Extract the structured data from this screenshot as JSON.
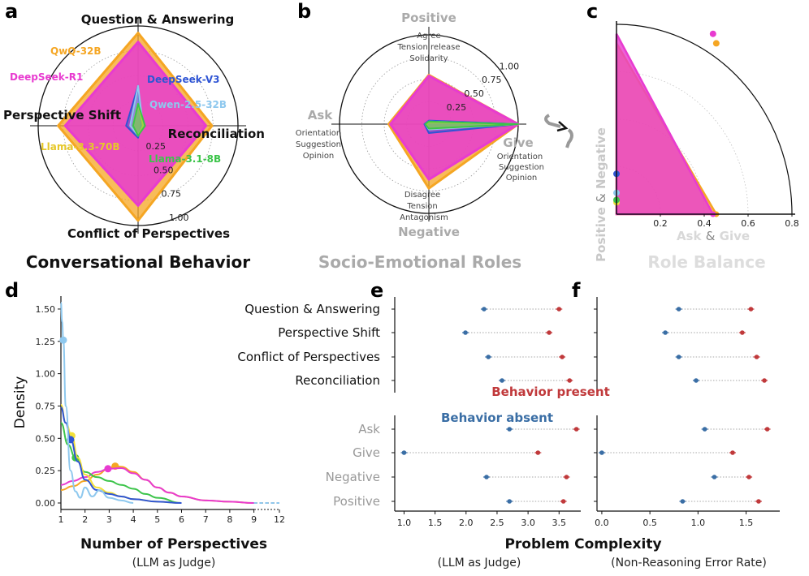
{
  "colors": {
    "qwq": "#F5A623",
    "r1": "#E83BD0",
    "v3": "#2F55D4",
    "qwen": "#8EC8EE",
    "llama70": "#F2E03A",
    "llama8": "#3CC44A",
    "present": "#C0393B",
    "absent": "#3A6EA5",
    "dark": "#111111",
    "grey": "#BBBBBB"
  },
  "panels": {
    "a": {
      "letter": "a",
      "title": "Conversational Behavior",
      "axes": [
        "Question & Answering",
        "Reconciliation",
        "Conflict of Perspectives",
        "Perspective Shift"
      ],
      "ticks": [
        "0.25",
        "0.50",
        "0.75",
        "1.00"
      ],
      "series_labels": [
        "QwQ-32B",
        "DeepSeek-R1",
        "DeepSeek-V3",
        "Qwen-2.5-32B",
        "Llama-3.3-70B",
        "Llama-3.1-8B"
      ]
    },
    "b": {
      "letter": "b",
      "title": "Socio-Emotional Roles",
      "axes": [
        "Positive",
        "Give",
        "Negative",
        "Ask"
      ],
      "sublabels": {
        "positive": [
          "Agree",
          "Tension release",
          "Solidarity"
        ],
        "give": [
          "Orientation",
          "Suggestion",
          "Opinion"
        ],
        "negative": [
          "Disagree",
          "Tension",
          "Antagonism"
        ],
        "ask": [
          "Orientation",
          "Suggestion",
          "Opinion"
        ]
      },
      "ticks": [
        "0.25",
        "0.50",
        "0.75",
        "1.00"
      ]
    },
    "c": {
      "letter": "c",
      "title": "Role Balance",
      "xlabel_parts": [
        "Ask",
        "&",
        "Give"
      ],
      "ylabel_parts": [
        "Positive",
        "&",
        "Negative"
      ],
      "ticks": [
        "0.2",
        "0.4",
        "0.6",
        "0.8"
      ]
    },
    "d": {
      "letter": "d",
      "xlabel": "Number of Perspectives",
      "xsub": "(LLM as Judge)",
      "ylabel": "Density",
      "xticks": [
        "1",
        "2",
        "3",
        "4",
        "5",
        "6",
        "7",
        "8",
        "9",
        "12"
      ],
      "yticks": [
        "0.00",
        "0.25",
        "0.50",
        "0.75",
        "1.00",
        "1.25",
        "1.50"
      ]
    },
    "e": {
      "letter": "e",
      "xticks": [
        "1.0",
        "1.5",
        "2.0",
        "2.5",
        "3.0",
        "3.5"
      ],
      "xsub": "(LLM as Judge)"
    },
    "f": {
      "letter": "f",
      "xticks": [
        "0.0",
        "0.5",
        "1.0",
        "1.5"
      ],
      "xsub": "(Non-Reasoning Error Rate)"
    },
    "ef": {
      "xlabel": "Problem Complexity",
      "present_label": "Behavior present",
      "absent_label": "Behavior absent"
    }
  },
  "chart_data": [
    {
      "panel": "a",
      "type": "radar",
      "axes": [
        "Question & Answering",
        "Reconciliation",
        "Conflict of Perspectives",
        "Perspective Shift"
      ],
      "rlim": [
        0,
        1.0
      ],
      "series": [
        {
          "name": "QwQ-32B",
          "values": [
            0.93,
            0.74,
            0.95,
            0.8
          ]
        },
        {
          "name": "DeepSeek-R1",
          "values": [
            0.84,
            0.68,
            0.8,
            0.73
          ]
        },
        {
          "name": "DeepSeek-V3",
          "values": [
            0.4,
            0.03,
            0.12,
            0.12
          ]
        },
        {
          "name": "Qwen-2.5-32B",
          "values": [
            0.4,
            0.05,
            0.1,
            0.08
          ]
        },
        {
          "name": "Llama-3.3-70B",
          "values": [
            0.22,
            0.05,
            0.1,
            0.05
          ]
        },
        {
          "name": "Llama-3.1-8B",
          "values": [
            0.22,
            0.07,
            0.1,
            0.05
          ]
        }
      ]
    },
    {
      "panel": "b",
      "type": "radar",
      "axes": [
        "Positive",
        "Give",
        "Negative",
        "Ask"
      ],
      "rlim": [
        0,
        1.0
      ],
      "series": [
        {
          "name": "QwQ-32B",
          "values": [
            0.55,
            1.0,
            0.72,
            0.45
          ]
        },
        {
          "name": "DeepSeek-R1",
          "values": [
            0.54,
            1.0,
            0.62,
            0.43
          ]
        },
        {
          "name": "DeepSeek-V3",
          "values": [
            0.04,
            1.0,
            0.1,
            0.05
          ]
        },
        {
          "name": "Qwen-2.5-32B",
          "values": [
            0.03,
            1.0,
            0.06,
            0.04
          ]
        },
        {
          "name": "Llama-3.3-70B",
          "values": [
            0.02,
            1.0,
            0.05,
            0.03
          ]
        },
        {
          "name": "Llama-3.1-8B",
          "values": [
            0.03,
            1.0,
            0.05,
            0.04
          ]
        }
      ]
    },
    {
      "panel": "c",
      "type": "scatter",
      "xlabel": "Ask & Give",
      "ylabel": "Positive & Negative",
      "xlim": [
        0,
        0.8
      ],
      "ylim": [
        0,
        0.8
      ],
      "series": [
        {
          "name": "QwQ-32B",
          "x": 0.455,
          "y": 0.72
        },
        {
          "name": "DeepSeek-R1",
          "x": 0.44,
          "y": 0.76
        },
        {
          "name": "DeepSeek-V3",
          "x": 0.0,
          "y": 0.17
        },
        {
          "name": "Qwen-2.5-32B",
          "x": 0.0,
          "y": 0.09
        },
        {
          "name": "Llama-3.3-70B",
          "x": 0.0,
          "y": 0.05
        },
        {
          "name": "Llama-3.1-8B",
          "x": 0.0,
          "y": 0.06
        }
      ]
    },
    {
      "panel": "d",
      "type": "line",
      "xlabel": "Number of Perspectives",
      "ylabel": "Density",
      "ylim": [
        0,
        1.6
      ],
      "series": [
        {
          "name": "QwQ-32B",
          "x": [
            1,
            1.5,
            2,
            2.5,
            3,
            3.25,
            3.5,
            4,
            4.5,
            5,
            5.5,
            6,
            7,
            8,
            9
          ],
          "y": [
            0.1,
            0.13,
            0.17,
            0.22,
            0.27,
            0.285,
            0.28,
            0.24,
            0.18,
            0.12,
            0.08,
            0.05,
            0.02,
            0.01,
            0.0
          ],
          "peak": [
            3.25,
            0.285
          ]
        },
        {
          "name": "DeepSeek-R1",
          "x": [
            1,
            1.5,
            2,
            2.5,
            3,
            3.5,
            4,
            4.5,
            5,
            5.5,
            6,
            7,
            8,
            9
          ],
          "y": [
            0.14,
            0.17,
            0.2,
            0.24,
            0.265,
            0.27,
            0.23,
            0.18,
            0.12,
            0.08,
            0.05,
            0.02,
            0.01,
            0.0
          ],
          "peak": [
            2.95,
            0.265
          ]
        },
        {
          "name": "DeepSeek-V3",
          "x": [
            1,
            1.2,
            1.4,
            1.7,
            2,
            2.5,
            3,
            3.5,
            4,
            5,
            6
          ],
          "y": [
            0.74,
            0.62,
            0.49,
            0.32,
            0.18,
            0.1,
            0.07,
            0.05,
            0.03,
            0.01,
            0.0
          ],
          "peak": [
            1.4,
            0.49
          ]
        },
        {
          "name": "Qwen-2.5-32B",
          "x": [
            1,
            1.05,
            1.1,
            1.2,
            1.4,
            1.6,
            1.8,
            2,
            2.3,
            2.6,
            3,
            3.5,
            4
          ],
          "y": [
            1.55,
            1.4,
            1.26,
            0.75,
            0.25,
            0.09,
            0.04,
            0.12,
            0.05,
            0.1,
            0.04,
            0.02,
            0.0
          ],
          "peak": [
            1.1,
            1.26
          ]
        },
        {
          "name": "Llama-3.3-70B",
          "x": [
            1,
            1.2,
            1.45,
            1.7,
            2,
            2.5,
            3,
            3.5,
            4,
            5,
            6
          ],
          "y": [
            0.76,
            0.62,
            0.52,
            0.35,
            0.22,
            0.12,
            0.08,
            0.05,
            0.03,
            0.01,
            0.0
          ],
          "peak": [
            1.45,
            0.52
          ]
        },
        {
          "name": "Llama-3.1-8B",
          "x": [
            1,
            1.3,
            1.6,
            2,
            2.5,
            3,
            3.5,
            4,
            4.5,
            5,
            6
          ],
          "y": [
            0.62,
            0.45,
            0.35,
            0.24,
            0.2,
            0.17,
            0.14,
            0.11,
            0.07,
            0.04,
            0.0
          ],
          "peak": [
            1.6,
            0.35
          ]
        }
      ]
    },
    {
      "panel": "e",
      "type": "dot-range",
      "xlim": [
        0.85,
        3.85
      ],
      "rows": [
        "Question & Answering",
        "Perspective Shift",
        "Conflict of Perspectives",
        "Reconciliation",
        "Ask",
        "Give",
        "Negative",
        "Positive"
      ],
      "absent": [
        2.29,
        1.99,
        2.36,
        2.58,
        2.7,
        1.0,
        2.33,
        2.7
      ],
      "present": [
        3.5,
        3.34,
        3.55,
        3.67,
        3.78,
        3.16,
        3.62,
        3.57
      ]
    },
    {
      "panel": "f",
      "type": "dot-range",
      "xlim": [
        -0.05,
        1.85
      ],
      "rows": [
        "Question & Answering",
        "Perspective Shift",
        "Conflict of Perspectives",
        "Reconciliation",
        "Ask",
        "Give",
        "Negative",
        "Positive"
      ],
      "absent": [
        0.8,
        0.66,
        0.8,
        0.98,
        1.07,
        0.0,
        1.17,
        0.84
      ],
      "present": [
        1.55,
        1.46,
        1.61,
        1.69,
        1.72,
        1.36,
        1.53,
        1.63
      ]
    }
  ]
}
